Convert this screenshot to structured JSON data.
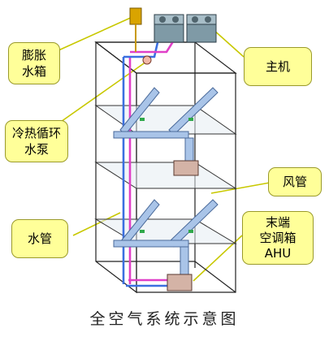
{
  "labels": {
    "expansion_tank": [
      "膨胀",
      "水箱"
    ],
    "main_unit": "主机",
    "pump": [
      "冷热循环",
      "水泵"
    ],
    "air_pipe": "风管",
    "water_pipe": "水管",
    "ahu": [
      "末端",
      "空调箱",
      "AHU"
    ]
  },
  "caption": "全空气系统示意图",
  "colors": {
    "callout_fill": "#ffff99",
    "water_supply": "#3b6fe0",
    "water_return": "#e040c8",
    "duct": "#a9c4e8",
    "ahu": "#d4b3a6",
    "chiller": "#7f9aa6"
  }
}
